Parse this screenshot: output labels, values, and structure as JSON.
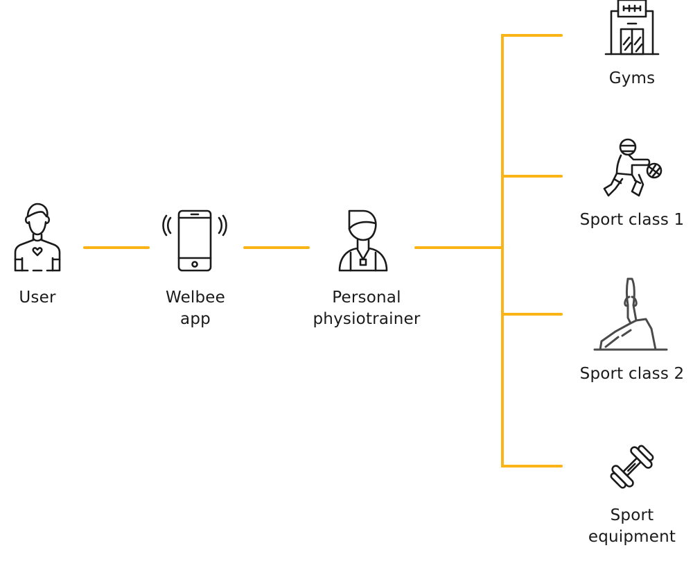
{
  "diagram": {
    "title": "",
    "connector_color": "#FBB415",
    "icon_color": "#1a1a1a",
    "nodes": [
      {
        "id": "user",
        "label_lines": [
          "User"
        ],
        "icon": "user-heart-icon"
      },
      {
        "id": "welbee-app",
        "label_lines": [
          "Welbee",
          "app"
        ],
        "icon": "smartphone-vibrate-icon"
      },
      {
        "id": "personal-physiotrainer",
        "label_lines": [
          "Personal",
          "physiotrainer"
        ],
        "icon": "trainer-whistle-icon"
      },
      {
        "id": "gyms",
        "label_lines": [
          "Gyms"
        ],
        "icon": "gym-building-icon"
      },
      {
        "id": "sport-class-1",
        "label_lines": [
          "Sport class 1"
        ],
        "icon": "basketball-player-icon"
      },
      {
        "id": "sport-class-2",
        "label_lines": [
          "Sport class 2"
        ],
        "icon": "yoga-pose-icon"
      },
      {
        "id": "sport-equipment",
        "label_lines": [
          "Sport",
          "equipment"
        ],
        "icon": "dumbbell-icon"
      }
    ],
    "edges": [
      {
        "from": "user",
        "to": "welbee-app"
      },
      {
        "from": "welbee-app",
        "to": "personal-physiotrainer"
      },
      {
        "from": "personal-physiotrainer",
        "to": "gyms"
      },
      {
        "from": "personal-physiotrainer",
        "to": "sport-class-1"
      },
      {
        "from": "personal-physiotrainer",
        "to": "sport-class-2"
      },
      {
        "from": "personal-physiotrainer",
        "to": "sport-equipment"
      }
    ]
  }
}
